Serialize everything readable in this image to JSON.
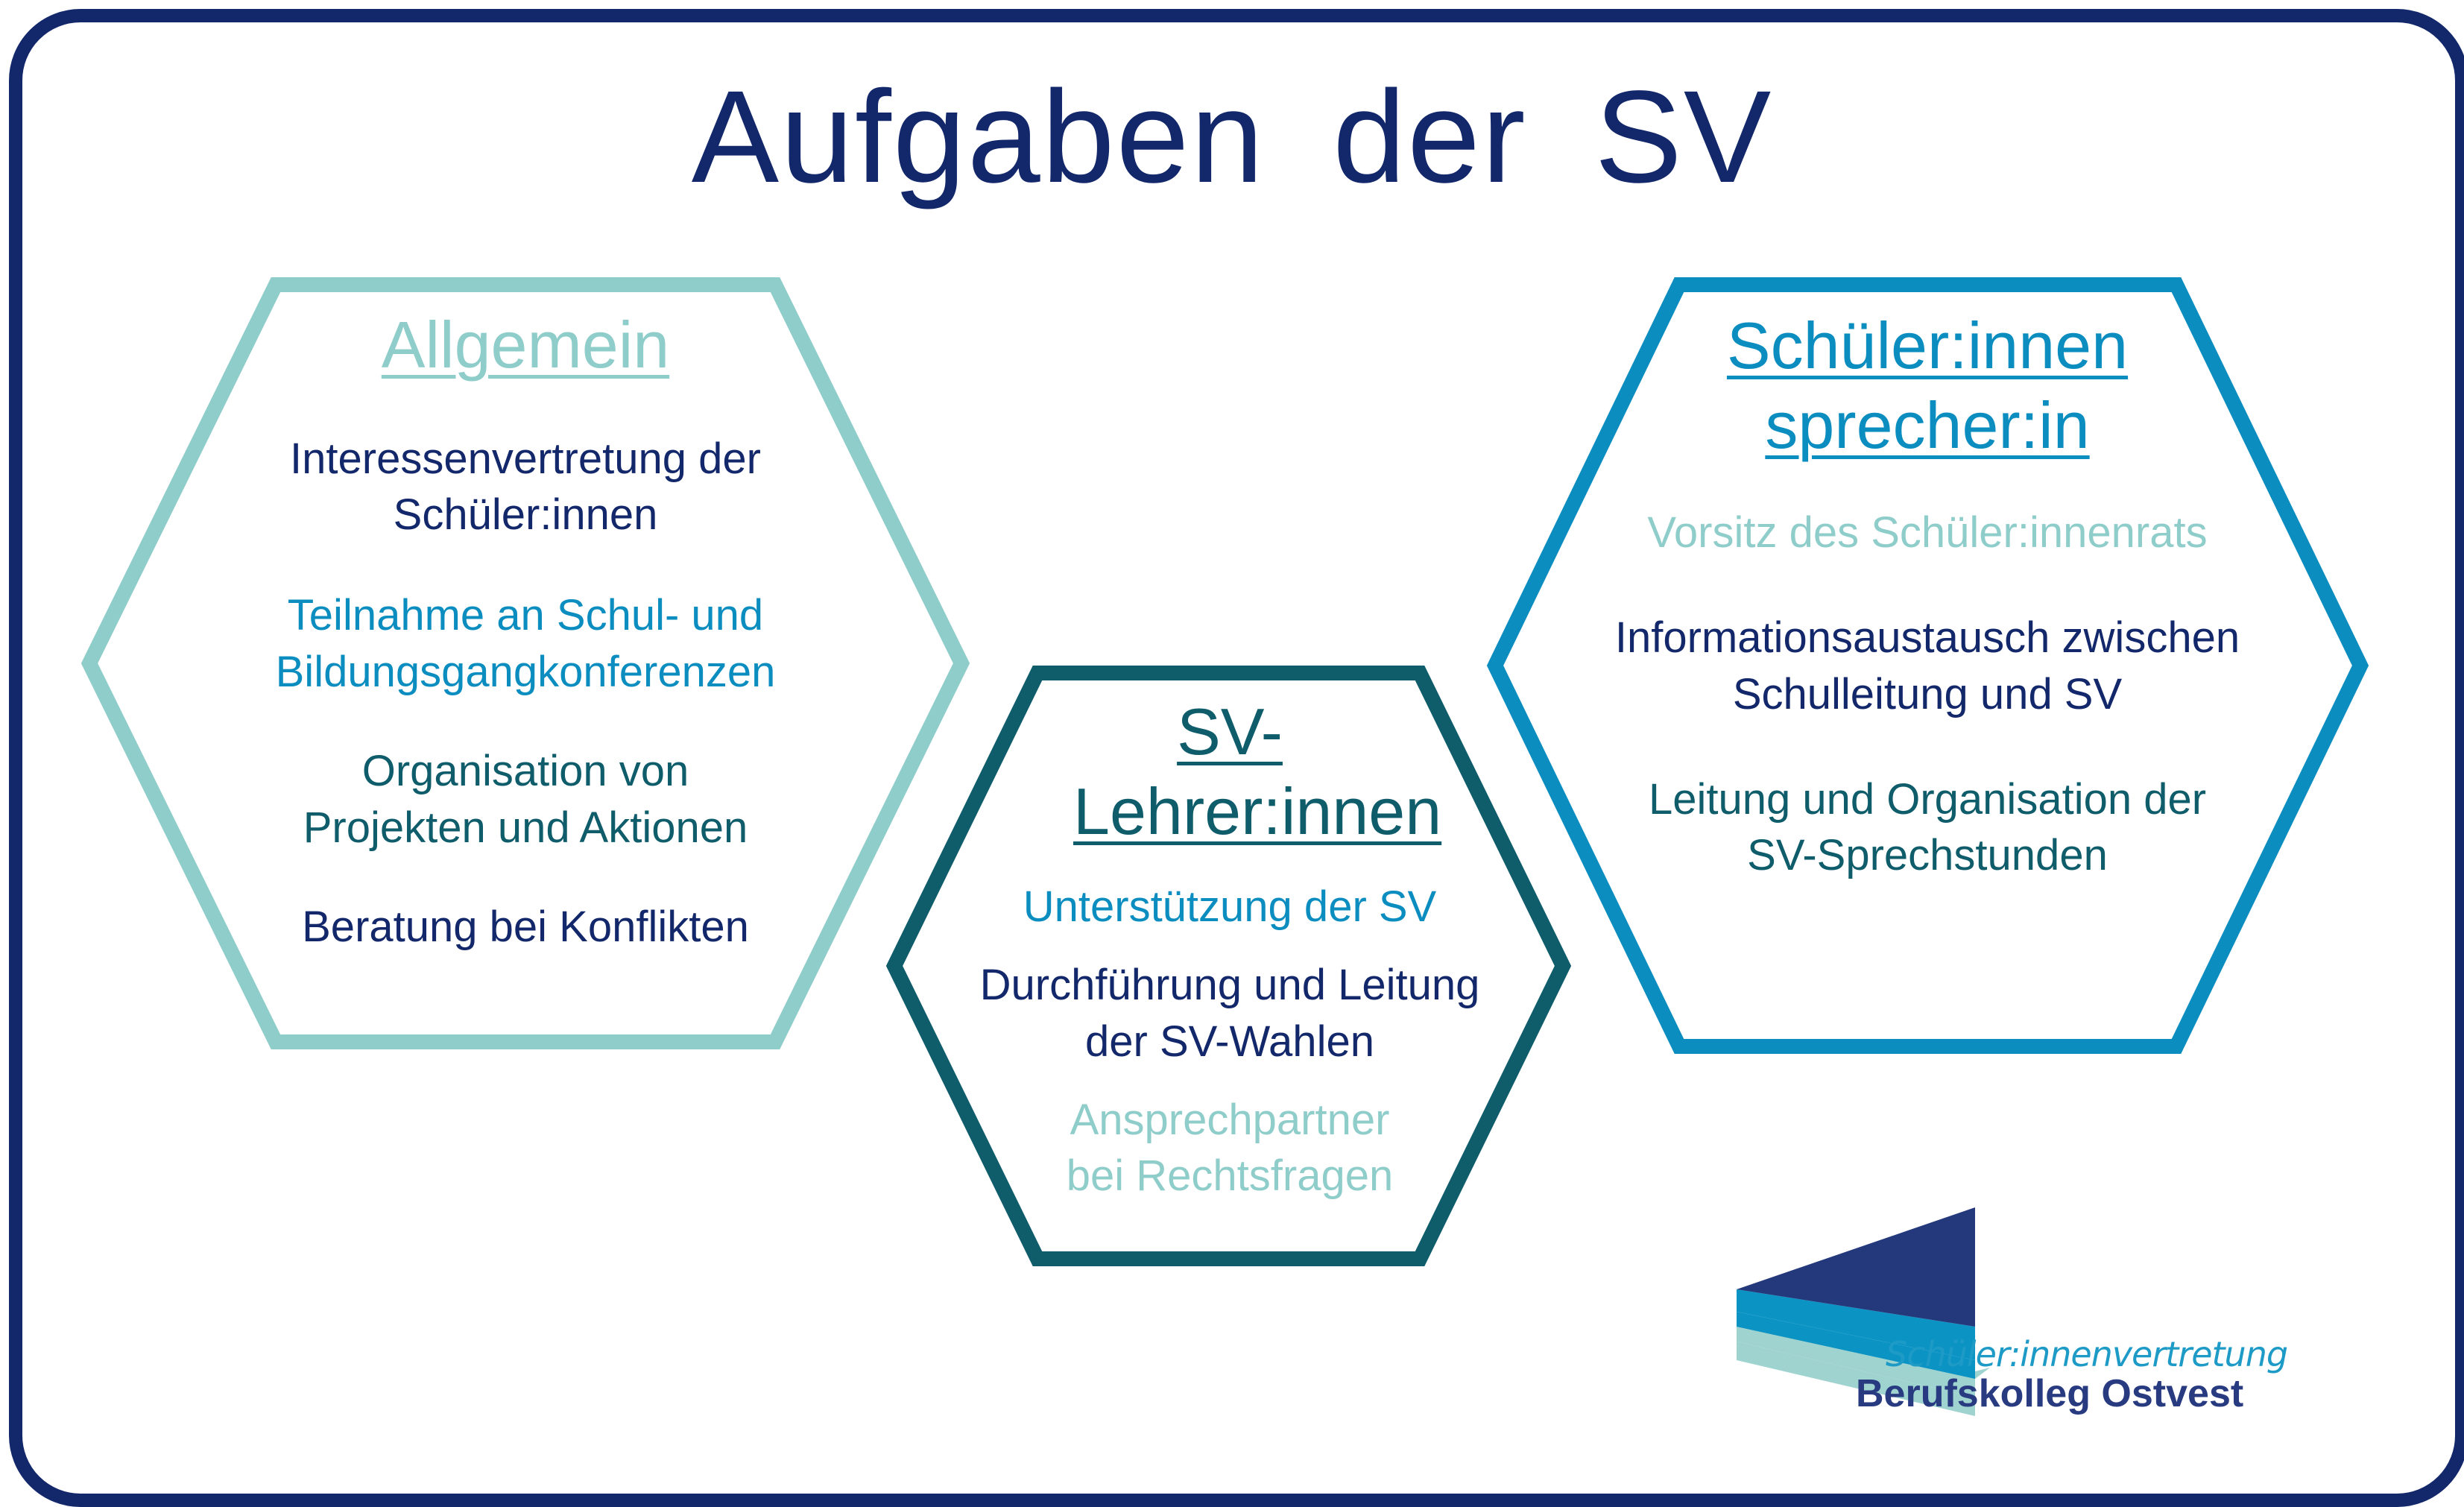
{
  "title": "Aufgaben der SV",
  "colors": {
    "frame": "#13276b",
    "navy": "#13276b",
    "light_teal": "#8fcdca",
    "dark_teal": "#0f5c6b",
    "blue": "#0b8dbf"
  },
  "hexagons": [
    {
      "heading": "Allgemein",
      "heading_color": "#8fcdca",
      "border_color": "#8fcdca",
      "items": [
        {
          "text": "Interessenvertretung der Schüler:innen",
          "color": "#13276b"
        },
        {
          "text": "Teilnahme an Schul- und Bildungsgangkonferenzen",
          "color": "#0b8dbf"
        },
        {
          "text": "Organisation von Projekten und Aktionen",
          "color": "#0f5c6b"
        },
        {
          "text": "Beratung bei Konflikten",
          "color": "#13276b"
        }
      ]
    },
    {
      "heading": "SV-Lehrer:innen",
      "heading_color": "#0f5c6b",
      "border_color": "#0f5c6b",
      "items": [
        {
          "text": "Unterstützung der SV",
          "color": "#0b8dbf"
        },
        {
          "text": "Durchführung und Leitung der SV-Wahlen",
          "color": "#13276b"
        },
        {
          "text": "Ansprechpartner bei Rechtsfragen",
          "color": "#8fcdca"
        }
      ]
    },
    {
      "heading": "Schüler:innen sprecher:in",
      "heading_color": "#0b8dbf",
      "border_color": "#0b8dbf",
      "items": [
        {
          "text": "Vorsitz des Schüler:innenrats",
          "color": "#8fcdca"
        },
        {
          "text": "Informationsaustausch zwischen Schulleitung und SV",
          "color": "#13276b"
        },
        {
          "text": "Leitung und Organisation der SV-Sprechstunden",
          "color": "#0f5c6b"
        }
      ]
    }
  ],
  "logo": {
    "tagline": "Schüler:innenvertretung",
    "name": "Berufskolleg Ostvest",
    "colors": [
      "#24387c",
      "#0b93c4",
      "#9ed3d0"
    ]
  }
}
